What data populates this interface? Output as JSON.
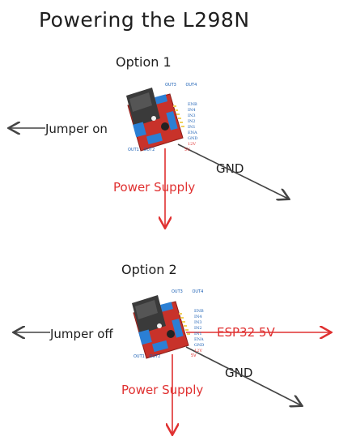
{
  "title": "Powering the L298N",
  "option1": {
    "heading": "Option 1",
    "jumper_label": "Jumper on",
    "gnd_label": "GND",
    "supply_label": "Power Supply",
    "board_pins_right": [
      "ENB",
      "IN4",
      "IN3",
      "IN2",
      "IN1",
      "ENA",
      "GND",
      "12V"
    ],
    "board_pins_top": [
      "OUT3",
      "OUT4"
    ],
    "board_pins_left": [
      "OUT1",
      "OUT2"
    ],
    "board_pins_bottom": [
      "5V"
    ]
  },
  "option2": {
    "heading": "Option 2",
    "jumper_label": "Jumper off",
    "gnd_label": "GND",
    "supply_label": "Power Supply",
    "esp_label": "ESP32 5V",
    "board_pins_right": [
      "ENB",
      "IN4",
      "IN3",
      "IN2",
      "IN1",
      "ENA",
      "GND",
      "12V"
    ],
    "board_pins_top": [
      "OUT3",
      "OUT4"
    ],
    "board_pins_left": [
      "OUT1",
      "OUT2"
    ],
    "board_pins_bottom": [
      "5V"
    ]
  },
  "colors": {
    "ink": "#1e1e1e",
    "arrow_gray": "#555555",
    "red": "#e03131",
    "pcb_red": "#c8322a",
    "terminal_blue": "#2b7fd4",
    "heatsink": "#3a3a3a"
  }
}
